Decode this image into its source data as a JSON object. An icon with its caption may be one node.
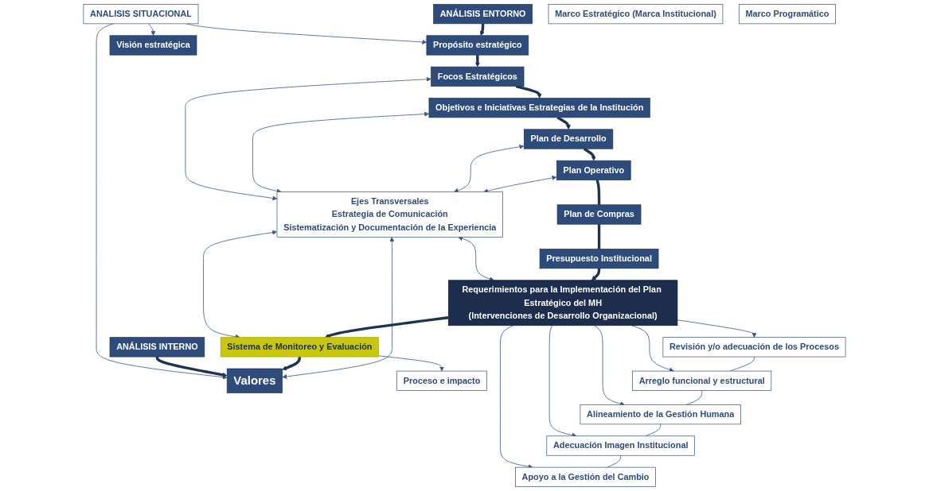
{
  "diagram": {
    "nodes": [
      {
        "text": [
          "ANALISIS SITUACIONAL"
        ]
      },
      {
        "text": [
          "ANÁLISIS ENTORNO"
        ]
      },
      {
        "text": [
          "Marco Estratégico (Marca Institucional)"
        ]
      },
      {
        "text": [
          "Marco Programático"
        ]
      },
      {
        "text": [
          "Propósito estratégico"
        ]
      },
      {
        "text": [
          "Visión estratégica"
        ]
      },
      {
        "text": [
          "Valores"
        ]
      },
      {
        "text": [
          "Focos Estratégicos"
        ]
      },
      {
        "text": [
          "Objetivos e Iniciativas Estrategias de la Institución"
        ]
      },
      {
        "text": [
          "Plan de Desarrollo"
        ]
      },
      {
        "text": [
          "Plan Operativo"
        ]
      },
      {
        "text": [
          "ANÁLISIS INTERNO"
        ]
      },
      {
        "text": [
          "Plan de Compras"
        ]
      },
      {
        "text": [
          "Ejes Transversales",
          "Estrategia de Comunicación",
          "Sistematización y Documentación de la Experiencia"
        ]
      },
      {
        "text": [
          "Presupuesto Institucional"
        ]
      },
      {
        "text": [
          "Sistema de Monitoreo y Evaluación"
        ]
      },
      {
        "text": [
          "Requerimientos para la Implementación del Plan Estratégico del MH",
          "(Intervenciones de Desarrollo Organizacional)"
        ]
      },
      {
        "text": [
          "Proceso e impacto"
        ]
      },
      {
        "text": [
          "Revisión y/o adecuación de los Procesos"
        ]
      },
      {
        "text": [
          "Arreglo funcional y estructural"
        ]
      },
      {
        "text": [
          "Alineamiento de la Gestión Humana"
        ]
      },
      {
        "text": [
          "Adecuación Imagen Institucional"
        ]
      },
      {
        "text": [
          "Apoyo a la Gestión del Cambio"
        ]
      }
    ],
    "edges": [
      {
        "from": 0,
        "to": 4,
        "arrow": "to"
      },
      {
        "from": 0,
        "to": 5,
        "arrow": "to"
      },
      {
        "from": 0,
        "to": 6,
        "arrow": "to"
      },
      {
        "from": 1,
        "to": 4,
        "arrow": "to",
        "style": "thick"
      },
      {
        "from": 11,
        "to": 6,
        "arrow": "to",
        "style": "thick"
      },
      {
        "from": 15,
        "to": 6,
        "arrow": "to",
        "style": "thick"
      },
      {
        "from": 4,
        "to": 7,
        "arrow": "to",
        "style": "thick"
      },
      {
        "from": 7,
        "to": 8,
        "arrow": "to",
        "style": "thick"
      },
      {
        "from": 8,
        "to": 9,
        "arrow": "to",
        "style": "thick"
      },
      {
        "from": 9,
        "to": 10,
        "arrow": "to",
        "style": "thick"
      },
      {
        "from": 13,
        "to": 6,
        "arrow": "both"
      },
      {
        "from": 13,
        "to": 7,
        "arrow": "both"
      },
      {
        "from": 13,
        "to": 8,
        "arrow": "both"
      },
      {
        "from": 13,
        "to": 9,
        "arrow": "both"
      },
      {
        "from": 13,
        "to": 10,
        "arrow": "both"
      },
      {
        "from": 13,
        "to": 15,
        "arrow": "both"
      },
      {
        "from": 13,
        "to": 16,
        "arrow": "both"
      },
      {
        "from": 10,
        "to": 12,
        "arrow": "none",
        "style": "thick"
      },
      {
        "from": 12,
        "to": 14,
        "arrow": "none",
        "style": "thick"
      },
      {
        "from": 14,
        "to": 16,
        "arrow": "to",
        "style": "thick"
      },
      {
        "from": 16,
        "to": 15,
        "arrow": "to",
        "style": "thick"
      },
      {
        "from": 15,
        "to": 17,
        "arrow": "to"
      },
      {
        "from": 16,
        "to": 18,
        "arrow": "to"
      },
      {
        "from": 16,
        "to": 19,
        "arrow": "to"
      },
      {
        "from": 16,
        "to": 20,
        "arrow": "to"
      },
      {
        "from": 16,
        "to": 21,
        "arrow": "to"
      },
      {
        "from": 16,
        "to": 22,
        "arrow": "to"
      },
      {
        "from": 18,
        "to": 19,
        "arrow": "none"
      },
      {
        "from": 19,
        "to": 20,
        "arrow": "none"
      },
      {
        "from": 20,
        "to": 21,
        "arrow": "none"
      },
      {
        "from": 21,
        "to": 22,
        "arrow": "none"
      }
    ]
  }
}
